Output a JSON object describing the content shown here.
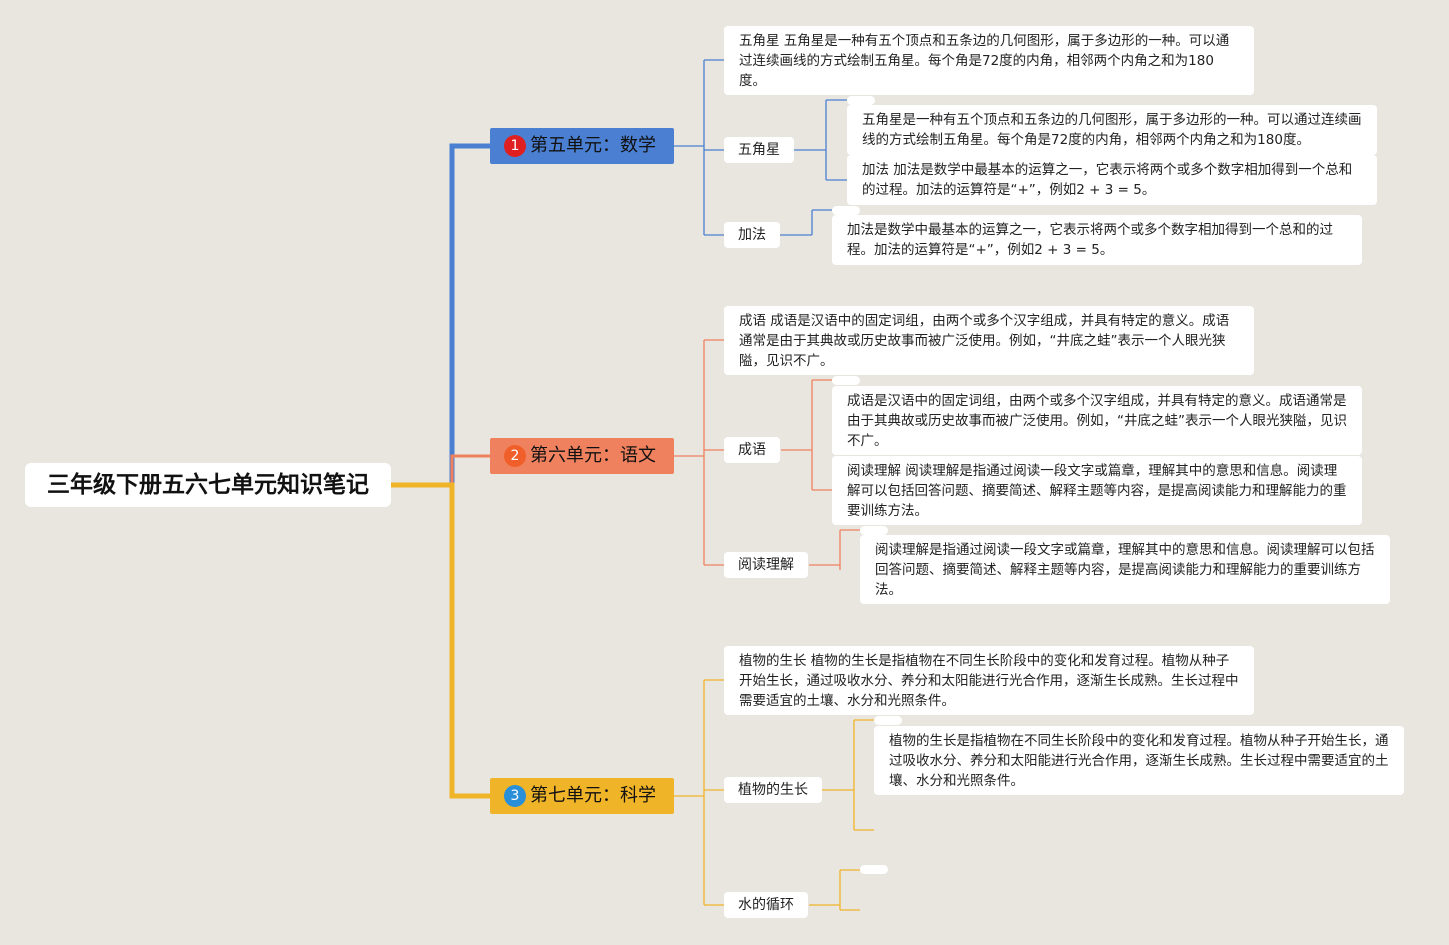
{
  "root": {
    "title": "三年级下册五六七单元知识笔记"
  },
  "colors": {
    "math": "#4a7fd1",
    "chinese": "#f0815f",
    "science": "#f0b429",
    "background": "#e8e6df",
    "badge_math": "#e02020",
    "badge_chinese": "#f05f2a",
    "badge_science": "#2a8fd9"
  },
  "branches": {
    "math": {
      "badge": "1",
      "label": "第五单元：数学",
      "summary": "五角星 五角星是一种有五个顶点和五条边的几何图形，属于多边形的一种。可以通过连续画线的方式绘制五角星。每个角是72度的内角，相邻两个内角之和为180度。",
      "topic1": {
        "label": "五角星",
        "detail": "五角星是一种有五个顶点和五条边的几何图形，属于多边形的一种。可以通过连续画线的方式绘制五角星。每个角是72度的内角，相邻两个内角之和为180度。",
        "summary2": "加法 加法是数学中最基本的运算之一，它表示将两个或多个数字相加得到一个总和的过程。加法的运算符是“+”，例如2 + 3 = 5。"
      },
      "topic2": {
        "label": "加法",
        "detail": "加法是数学中最基本的运算之一，它表示将两个或多个数字相加得到一个总和的过程。加法的运算符是“+”，例如2 + 3 = 5。"
      }
    },
    "chinese": {
      "badge": "2",
      "label": "第六单元：语文",
      "summary": "成语 成语是汉语中的固定词组，由两个或多个汉字组成，并具有特定的意义。成语通常是由于其典故或历史故事而被广泛使用。例如，“井底之蛙”表示一个人眼光狭隘，见识不广。",
      "topic1": {
        "label": "成语",
        "detail": "成语是汉语中的固定词组，由两个或多个汉字组成，并具有特定的意义。成语通常是由于其典故或历史故事而被广泛使用。例如，“井底之蛙”表示一个人眼光狭隘，见识不广。",
        "summary2": "阅读理解 阅读理解是指通过阅读一段文字或篇章，理解其中的意思和信息。阅读理解可以包括回答问题、摘要简述、解释主题等内容，是提高阅读能力和理解能力的重要训练方法。"
      },
      "topic2": {
        "label": "阅读理解",
        "detail": "阅读理解是指通过阅读一段文字或篇章，理解其中的意思和信息。阅读理解可以包括回答问题、摘要简述、解释主题等内容，是提高阅读能力和理解能力的重要训练方法。"
      }
    },
    "science": {
      "badge": "3",
      "label": "第七单元：科学",
      "summary": "植物的生长 植物的生长是指植物在不同生长阶段中的变化和发育过程。植物从种子开始生长，通过吸收水分、养分和太阳能进行光合作用，逐渐生长成熟。生长过程中需要适宜的土壤、水分和光照条件。",
      "topic1": {
        "label": "植物的生长",
        "detail": "植物的生长是指植物在不同生长阶段中的变化和发育过程。植物从种子开始生长，通过吸收水分、养分和太阳能进行光合作用，逐渐生长成熟。生长过程中需要适宜的土壤、水分和光照条件。"
      },
      "topic2": {
        "label": "水的循环"
      }
    }
  }
}
